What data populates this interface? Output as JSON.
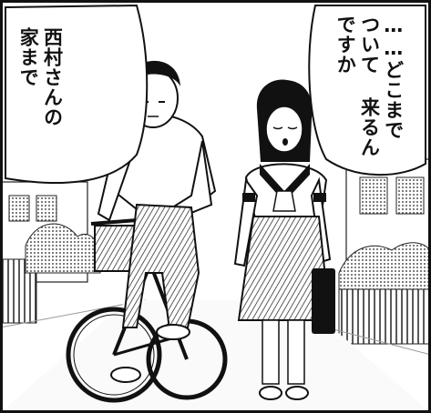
{
  "bubbles": {
    "left": {
      "lines": [
        "西村さんの",
        "家まで"
      ]
    },
    "right": {
      "lines": [
        "……どこまで",
        "ついて 来るん",
        "ですか"
      ]
    }
  },
  "colors": {
    "ink": "#111111",
    "paper": "#ffffff",
    "screentone": "#8a8a8a"
  }
}
